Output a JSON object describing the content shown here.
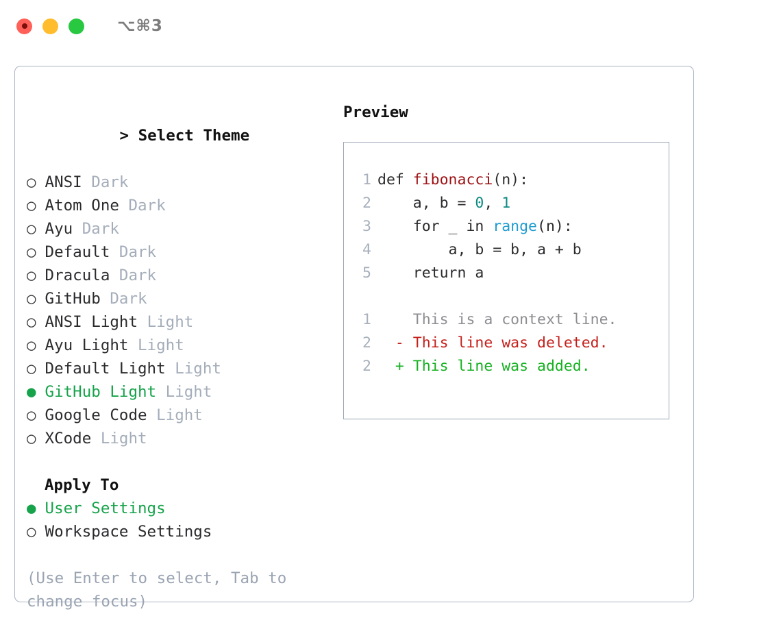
{
  "titlebar": {
    "shortcut": "⌥⌘3",
    "lights": [
      {
        "name": "close",
        "color": "#ff6159"
      },
      {
        "name": "minimize",
        "color": "#ffbd2e"
      },
      {
        "name": "maximize",
        "color": "#28c840"
      }
    ]
  },
  "theme_section": {
    "caret": ">",
    "heading": "Select Theme",
    "bullet_on": "●",
    "bullet_off": "○",
    "items": [
      {
        "label": "ANSI",
        "tag": "Dark",
        "selected": false
      },
      {
        "label": "Atom One",
        "tag": "Dark",
        "selected": false
      },
      {
        "label": "Ayu",
        "tag": "Dark",
        "selected": false
      },
      {
        "label": "Default",
        "tag": "Dark",
        "selected": false
      },
      {
        "label": "Dracula",
        "tag": "Dark",
        "selected": false
      },
      {
        "label": "GitHub",
        "tag": "Dark",
        "selected": false
      },
      {
        "label": "ANSI Light",
        "tag": "Light",
        "selected": false
      },
      {
        "label": "Ayu Light",
        "tag": "Light",
        "selected": false
      },
      {
        "label": "Default Light",
        "tag": "Light",
        "selected": false
      },
      {
        "label": "GitHub Light",
        "tag": "Light",
        "selected": true
      },
      {
        "label": "Google Code",
        "tag": "Light",
        "selected": false
      },
      {
        "label": "XCode",
        "tag": "Light",
        "selected": false
      }
    ]
  },
  "apply_section": {
    "heading": "Apply To",
    "items": [
      {
        "label": "User Settings",
        "selected": true
      },
      {
        "label": "Workspace Settings",
        "selected": false
      }
    ]
  },
  "hint": "(Use Enter to select, Tab to change focus)",
  "preview": {
    "title": "Preview",
    "code_lines": [
      {
        "num": "1",
        "tokens": [
          {
            "text": "def ",
            "type": "plain"
          },
          {
            "text": "fibonacci",
            "type": "func"
          },
          {
            "text": "(n):",
            "type": "plain"
          }
        ]
      },
      {
        "num": "2",
        "tokens": [
          {
            "text": "    a, b = ",
            "type": "plain"
          },
          {
            "text": "0",
            "type": "num"
          },
          {
            "text": ", ",
            "type": "plain"
          },
          {
            "text": "1",
            "type": "num"
          }
        ]
      },
      {
        "num": "3",
        "tokens": [
          {
            "text": "    for _ in ",
            "type": "plain"
          },
          {
            "text": "range",
            "type": "call"
          },
          {
            "text": "(n):",
            "type": "plain"
          }
        ]
      },
      {
        "num": "4",
        "tokens": [
          {
            "text": "        a, b = b, a + b",
            "type": "plain"
          }
        ]
      },
      {
        "num": "5",
        "tokens": [
          {
            "text": "    return a",
            "type": "plain"
          }
        ]
      }
    ],
    "diff_lines": [
      {
        "num": "1",
        "marker": " ",
        "text": " This is a context line.",
        "type": "ctx"
      },
      {
        "num": "2",
        "marker": "-",
        "text": " This line was deleted.",
        "type": "del"
      },
      {
        "num": "2",
        "marker": "+",
        "text": " This line was added.",
        "type": "add"
      }
    ]
  },
  "colors": {
    "accent_green": "#16a34a",
    "diff_add": "#16b021",
    "diff_del": "#c4201b",
    "syntax_function": "#9e1114",
    "syntax_number": "#0e8a84",
    "syntax_call": "#1e9bd1",
    "muted": "#a4adba",
    "border": "#a9b3c0"
  }
}
